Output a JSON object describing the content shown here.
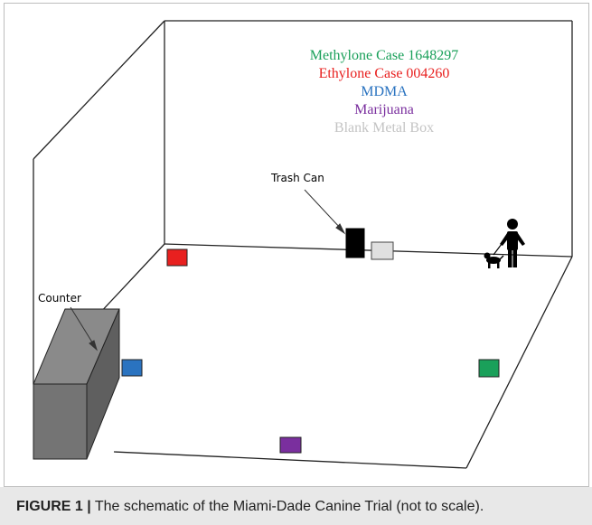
{
  "legend": {
    "items": [
      {
        "label": "Methylone Case 1648297",
        "color": "#1aa05a"
      },
      {
        "label": "Ethylone Case 004260",
        "color": "#e8201f"
      },
      {
        "label": "MDMA",
        "color": "#2a73c0"
      },
      {
        "label": "Marijuana",
        "color": "#7a2f9e"
      },
      {
        "label": "Blank Metal Box",
        "color": "#c4c4c4"
      }
    ]
  },
  "labels": {
    "trash_can": "Trash Can",
    "counter": "Counter"
  },
  "caption": {
    "prefix": "FIGURE 1 |",
    "text": " The schematic of the Miami-Dade Canine Trial (not to scale)."
  },
  "colors": {
    "methylone": "#1aa05a",
    "ethylone": "#e8201f",
    "mdma": "#2a73c0",
    "marijuana": "#7a2f9e",
    "blank_box": "#e0e0e0",
    "trash_can": "#000000",
    "counter": "#6f6f6f"
  }
}
